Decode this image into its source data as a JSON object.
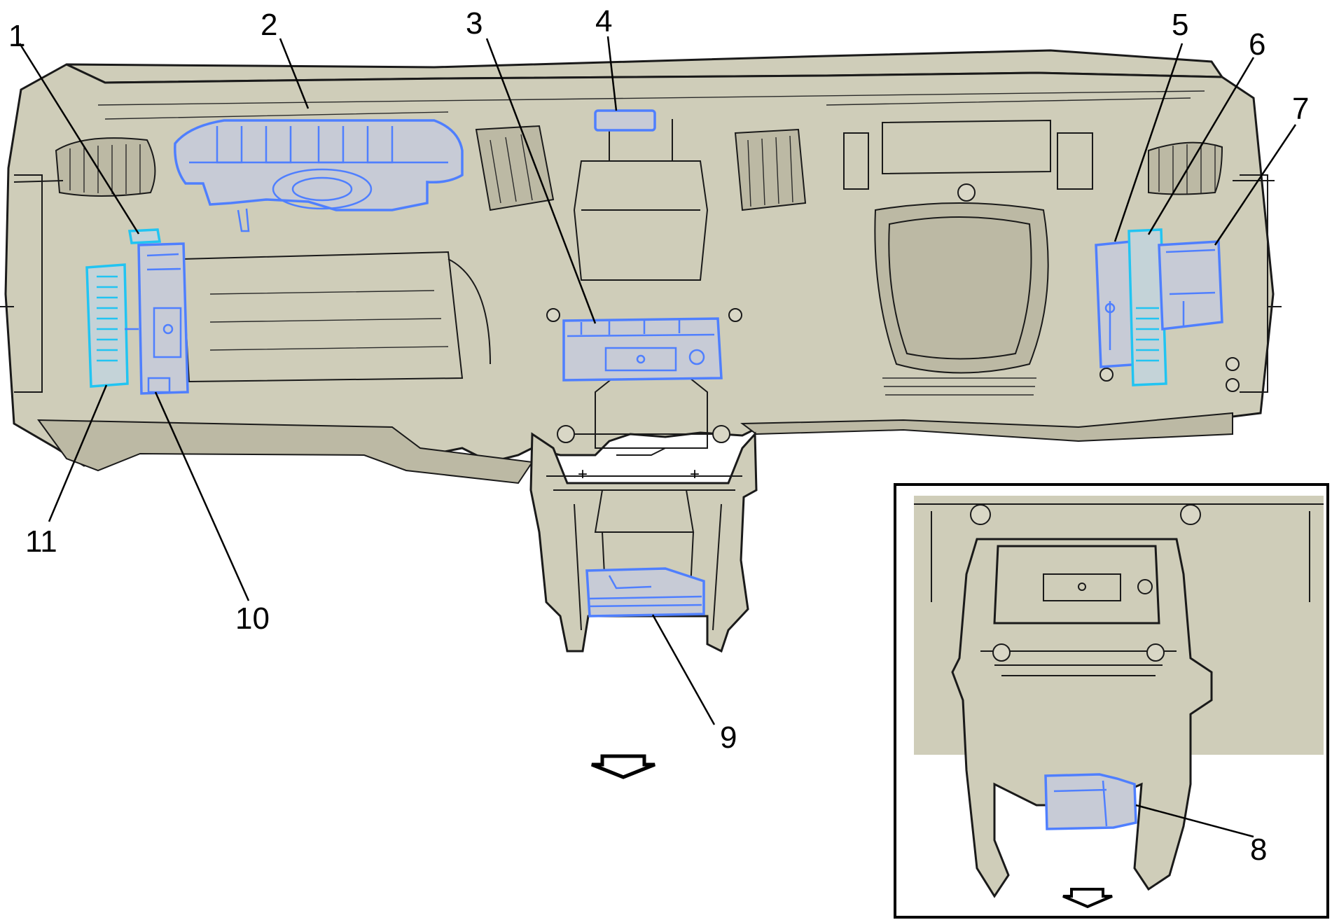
{
  "figure": {
    "callouts": [
      "1",
      "2",
      "3",
      "4",
      "5",
      "6",
      "7",
      "8",
      "9",
      "10",
      "11"
    ],
    "view_arrow_icon": "forward-view-arrow-icon",
    "colors": {
      "background": "#ffffff",
      "panel_fill": "#cfcdb9",
      "outline": "#1a1a1a",
      "module_highlight": "#4f7fff",
      "module_highlight_alt": "#21c4f2"
    }
  }
}
